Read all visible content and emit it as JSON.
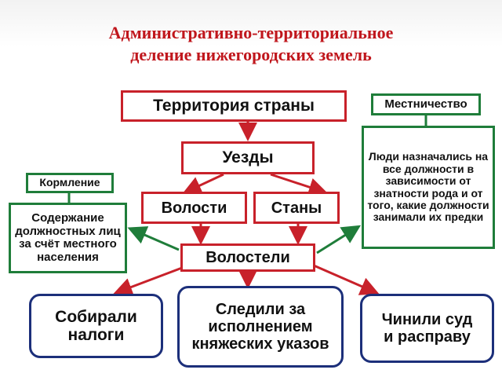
{
  "title": {
    "line1": "Административно-территориальное",
    "line2": "деление нижегородских земель"
  },
  "nodes": {
    "territory": "Территория страны",
    "uezdy": "Уезды",
    "volosti": "Волости",
    "stany": "Станы",
    "volosteli": "Волостели",
    "mestnichestvo": "Местничество",
    "mestnichestvo_desc": "Люди назначались на все должности в зависимости от знатности рода и от того, какие должности занимали их предки",
    "kormlenie": "Кормление",
    "kormlenie_desc": "Содержание должностных лиц за счёт местного населения",
    "taxes": "Собирали налоги",
    "decrees": "Следили за исполнением княжеских указов",
    "court": "Чинили суд и расправу"
  },
  "colors": {
    "red_border": "#c8212a",
    "green_border": "#1f7d3a",
    "blue_border": "#1c2f7a",
    "title": "#c0161c"
  }
}
